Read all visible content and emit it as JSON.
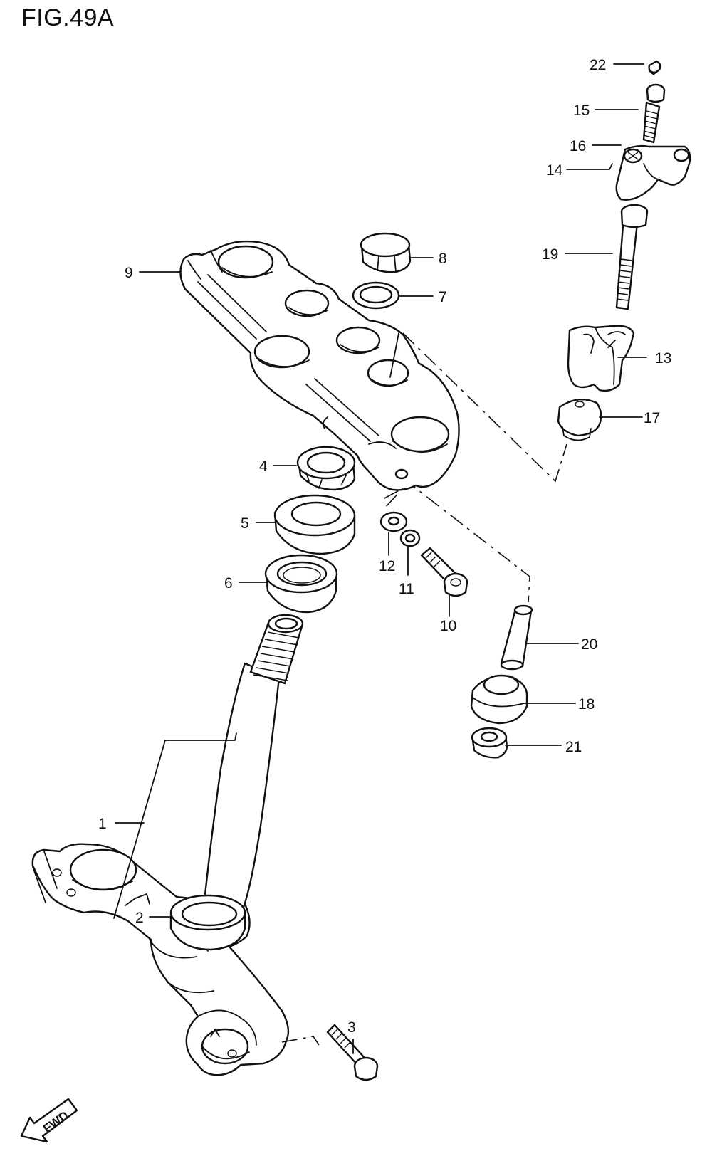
{
  "figure": {
    "title": "FIG.49A",
    "fwd_label": "FWD"
  },
  "callouts": [
    {
      "id": "c1",
      "label": "1"
    },
    {
      "id": "c2",
      "label": "2"
    },
    {
      "id": "c3",
      "label": "3"
    },
    {
      "id": "c4",
      "label": "4"
    },
    {
      "id": "c5",
      "label": "5"
    },
    {
      "id": "c6",
      "label": "6"
    },
    {
      "id": "c7",
      "label": "7"
    },
    {
      "id": "c8",
      "label": "8"
    },
    {
      "id": "c9",
      "label": "9"
    },
    {
      "id": "c10",
      "label": "10"
    },
    {
      "id": "c11",
      "label": "11"
    },
    {
      "id": "c12",
      "label": "12"
    },
    {
      "id": "c13",
      "label": "13"
    },
    {
      "id": "c14",
      "label": "14"
    },
    {
      "id": "c15",
      "label": "15"
    },
    {
      "id": "c16",
      "label": "16"
    },
    {
      "id": "c17",
      "label": "17"
    },
    {
      "id": "c18",
      "label": "18"
    },
    {
      "id": "c19",
      "label": "19"
    },
    {
      "id": "c20",
      "label": "20"
    },
    {
      "id": "c21",
      "label": "21"
    },
    {
      "id": "c22",
      "label": "22"
    }
  ]
}
